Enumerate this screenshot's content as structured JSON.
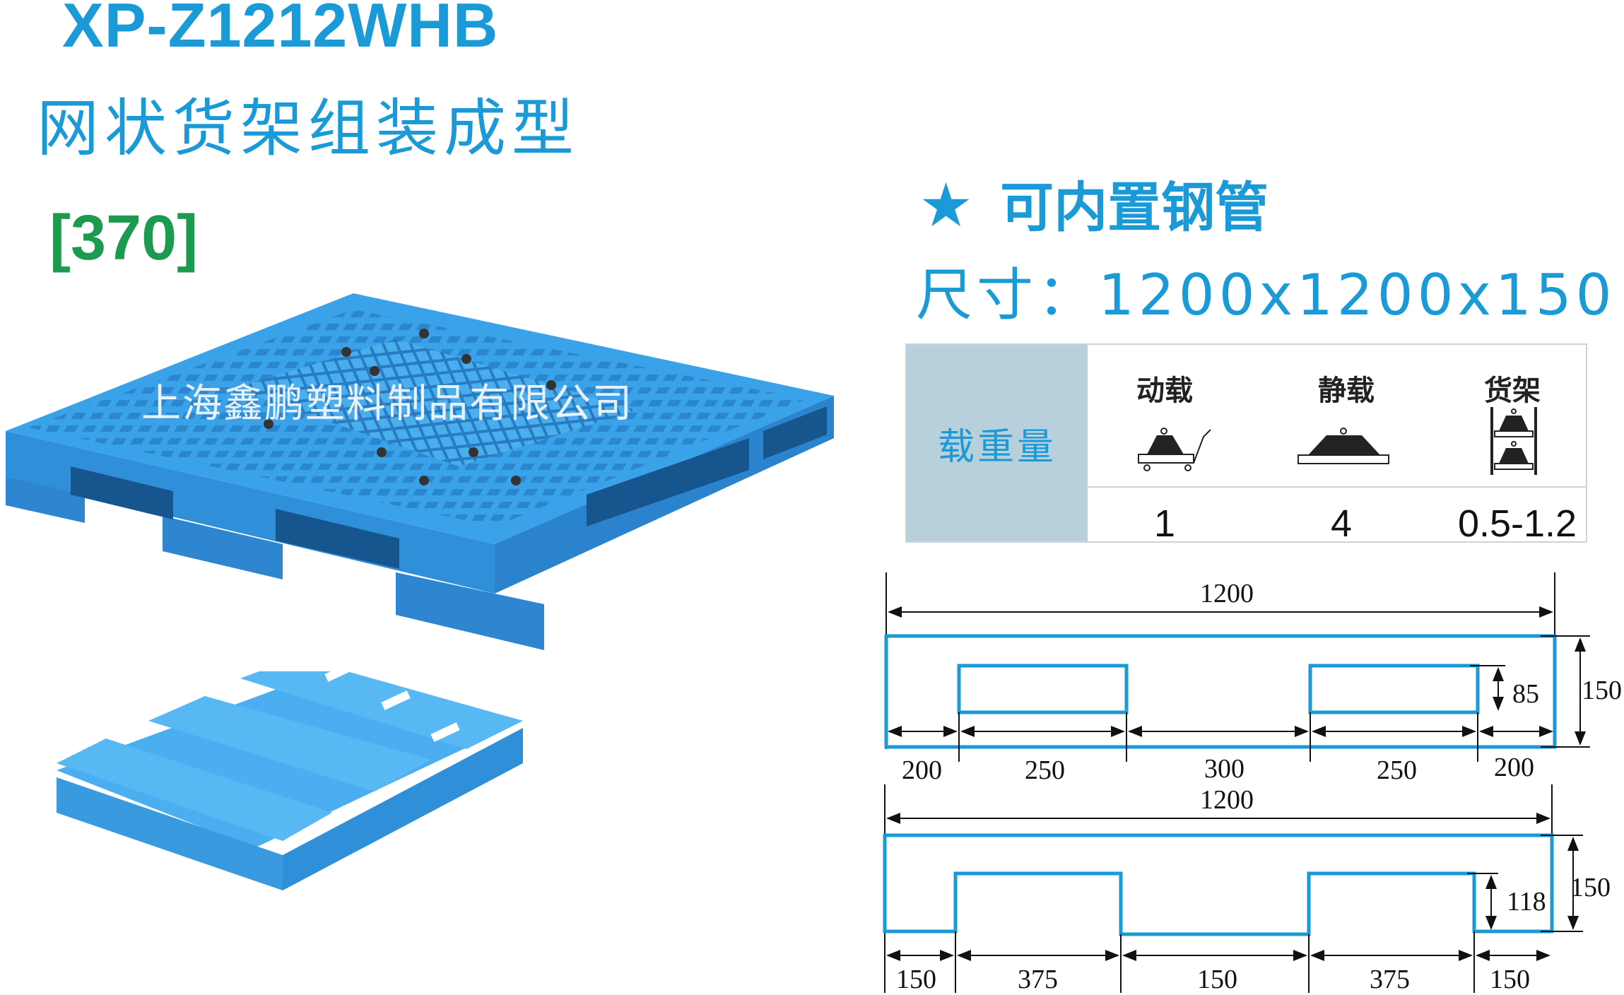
{
  "product": {
    "model_code": "XP-Z1212WHB",
    "subtitle": "网状货架组装成型",
    "code_box": "[370]",
    "watermark": "上海鑫鹏塑料制品有限公司"
  },
  "feature": {
    "star": "★",
    "text": "可内置钢管"
  },
  "size": {
    "label": "尺寸：",
    "value": "1200x1200x150"
  },
  "load_table": {
    "header": "载重量",
    "columns": [
      {
        "label": "动载",
        "value": "1",
        "icon": "dynamic-load-icon"
      },
      {
        "label": "静载",
        "value": "4",
        "icon": "static-load-icon"
      },
      {
        "label": "货架",
        "value": "0.5-1.2",
        "icon": "rack-load-icon"
      }
    ]
  },
  "colors": {
    "title_blue": "#1a9ad6",
    "code_green": "#1c9a4e",
    "pallet_blue": "#3aa2e8",
    "table_header_bg": "#b8cfdc"
  },
  "drawing_top": {
    "overall": "1200",
    "height": "150",
    "opening_height": "85",
    "segments": [
      "200",
      "250",
      "300",
      "250",
      "200"
    ]
  },
  "drawing_bottom": {
    "overall": "1200",
    "height": "150",
    "opening_height": "118",
    "segments": [
      "150",
      "375",
      "150",
      "375",
      "150"
    ]
  }
}
